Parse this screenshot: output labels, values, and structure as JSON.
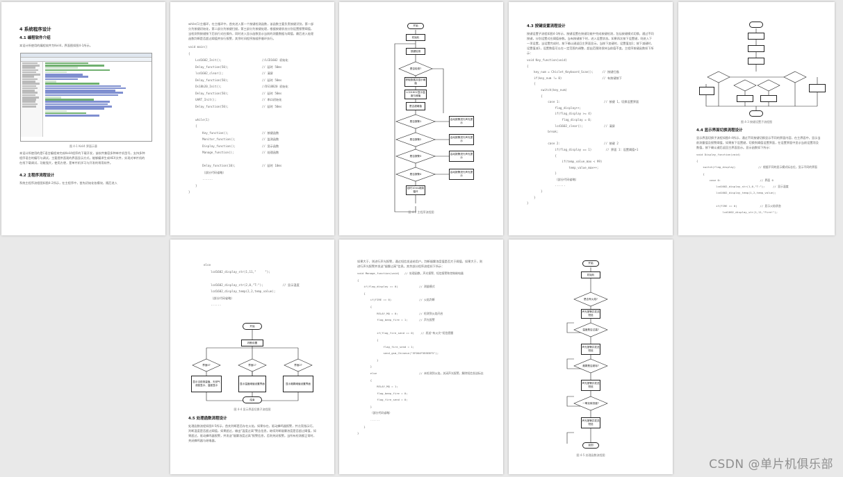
{
  "pages": {
    "p1": {
      "title": "4  系统程序设计",
      "sec41": "4.1 编程软件介绍",
      "intro": "本设计所使用的编程软件为Keil4，界面图如图4-1所示。",
      "figcap": "图 4-1  Keil4 界面示意",
      "para": "本设计所使用的是C语言编程来完成Keil4程序的下载开发，该软件兼容多种单片机型号，支持多种程序语言的编写与调试，主要提供直观的界面显示方式，能够编译生成HEX文件，实现对单片机的在线下载调试，功能强大，使用方便，是单片机学习与开发的常用软件。",
      "sec42": "4.2 主程序流程设计",
      "sec42text": "系统主程序流程图如图4-2所示，在主程序中，首先初始化各模块，随后进入"
    },
    "p2": {
      "text1": "while(1)主循环，在主循环中，首先进入第一个按键检测函数，该函数主要负责按键识别，第一部分为按键初始化，第二部分为按键扫描，第三部分为按键处理，根据按键状态分别设置报警阈值，当检测到按键按下后执行对应操作，同时进入显示函数显示当前的测量数据与阈值，最后进入处理函数判断是否超过阈值并执行报警，其余时间程序按顺序循环执行。",
      "code": [
        "void main()",
        "{",
        "    Lcd1602_Init();                       //LCD1602 初始化",
        "    Delay_function(50);                   // 延时 50ms",
        "    lcd1602_clear();                      // 清屏",
        "    Delay_function(50);                   // 延时 50ms",
        "    Ds18b20_Init();                       //DS18B20 初始化",
        "    Delay_function(50);                   // 延时 50ms",
        "    UART_Init();                          // 串口初始化",
        "    Delay_function(50);                   // 延时 50ms",
        "",
        "    while(1)",
        "    {",
        "        Key_function();                   // 按键函数",
        "        Monitor_function();               // 监测函数",
        "        Display_function();               // 显示函数",
        "        Manage_function();                // 处理函数",
        "",
        "        Delay_function(10);               // 延时 10ms",
        "        （部分代码省略）",
        "        ......",
        "    }",
        "}"
      ]
    },
    "p3": {
      "caption": "图 4-2  主程序流程图",
      "nodes": [
        "开始",
        "初始化",
        "按键检测",
        "是否检测?",
        "获取数据并显示阈值",
        "LCD1602显示温度与阈值",
        "是否超阈值",
        "是否报警1",
        "启动报警进行声光提示",
        "是否报警2",
        "启动报警进行声光提示",
        "是否报警3",
        "启动报警进行声光提示",
        "是否报警4",
        "启动报警进行声光提示",
        "延时10ms继续循环"
      ]
    },
    "p4": {
      "sec43": "4.3 按键设置流程设计",
      "text": "按键设置子流程如图4-3所示，按键设置在按键功能中完成按键检测，包括按键模式切换，通过不同按键，分别设置对应阈值参数。当有按键按下时，进入设置状态。如果再次按下设置键，则进入下一项设置。当设置完成时，按下确认键返回主界面显示。当按下加键时，设置值加1；按下减键时，设置值减1，设置数值可以在一定范围内调整，超出范围则保持当前值不变。主程序按键函数如下所示：",
      "code": [
        "void Key_function(void)",
        "{",
        "    key_num = Chiclet_Keyboard_Scan();     // 按键扫描",
        "    if(key_num != 0)                       // 有按键按下",
        "    {",
        "        switch(key_num)",
        "        {",
        "            case 1:                         // 按键 1，切换设置界面",
        "                flag_display++;",
        "                if(flag_display >= 4)",
        "                    flag_display = 0;",
        "                lcd1602_clear();            // 清屏",
        "            break;",
        "",
        "            case 2:                         // 按键 2",
        "                if(flag_display == 1)        // 界面 1：设置阈值+1",
        "                {",
        "                    if(temp_value_max < 99)",
        "                        temp_value_max++;",
        "                }",
        "                （部分代码省略）",
        "                ......",
        "        }",
        "    }",
        "}"
      ]
    },
    "p5": {
      "caption": "图 4-3  按键设置子流程图",
      "sec44": "4.4 显示界面切换流程设计",
      "text": "显示界面切换子流程如图4-4所示，通过不同按键切换显示不同的界面内容，在主界面中，显示当前测量值及报警阈值，如果按下设置键，切换到阈值设置界面，在设置界面中显示当前设置项及数值，按下确认键后返回主界面显示。显示函数如下所示：",
      "code": [
        "void Display_function(void)",
        "{",
        "    switch(flag_display)              // 根据不同的显示模式标志位，显示不同的界面",
        "    {",
        "        case 0:                        // 界面 0",
        "            lcd1602_display_str(1,0,\"T:\");     // 显示温度",
        "            lcd1602_display_temp(1,2,temp_value);",
        "",
        "            if(FIRE == 0)              // 显示火焰状态",
        "                lcd1602_display_str(1,11,\"Fire!\");"
      ]
    },
    "p6": {
      "code": [
        "else",
        "    lcd1602_display_str(1,11,\"     \");",
        "",
        "    lcd1602_display_str(2,0,\"T:\");           // 显示温度",
        "    lcd1602_display_temp(2,2,temp_value);",
        "    （部分代码省略）",
        "    ......"
      ],
      "caption": "图 4-4  显示界面切换子流程图",
      "fc": [
        "开始",
        "判断设置",
        "界面0?",
        "界面1?",
        "界面2?",
        "显示当前测量值，天然气浓度显示、温度显示",
        "显示温度阈值设置界面",
        "显示烟雾阈值设置界面",
        "结束"
      ],
      "sec45": "4.5 处理函数流程设计",
      "text": "处理函数流程如图4-5所示，首先判断是否存在火焰，如果存在，驱动蜂鸣器报警，并点亮指示灯。判断温度是否超过阈值，如果超过，输出\"温度过高\"警告信息，继续判断烟雾浓度是否超过阈值，如果超过，驱动蜂鸣器报警，并发送\"烟雾浓度过高\"报警信息，否则关闭报警。当所有检测都正常时，关闭蜂鸣器与继电器。"
    },
    "p7": {
      "text": "如果大于，则进行声光报警，通过短信发送给用户。判断烟雾浓度值是否大于阈值，如果大于，则进行声光报警并发送\"烟雾过高\"信息。其余部分程序流程如下所示：",
      "code": [
        "void Manage_function(void)   // 处理函数，声光报警、短信报警和控制继电器",
        "{",
        "    if(flag_display == 0)             // 测量模式",
        "    {",
        "        if(FIRE == 0)                 // 火焰判断",
        "        {",
        "            RELAY_MQ = 0;             // 检测到火焰开启",
        "            flag_beep_fire = 1;       // 声光报警",
        "",
        "            if(flag_fire_send == 0)    // 发送\"有火灾\"短信提醒",
        "            {",
        "                flag_fire_send = 1;",
        "                send_gsm_Chinese(\"5F004F5E8E8F5\");",
        "            }",
        "        }",
        "        else                          // 未检测到火焰，关闭声光报警，解除短信发送标志",
        "        {",
        "            RELAY_MQ = 1;",
        "            flag_beep_fire = 0;",
        "            flag_fire_send = 0;",
        "        }",
        "        （部分代码省略）",
        "        ......",
        "    }",
        "}"
      ]
    },
    "p8": {
      "caption": "图 4-5  处理函数流程图",
      "fc": [
        "开始",
        "初始化",
        "是否有火焰?",
        "声光报警并发送短信",
        "温度是否过高?",
        "声光报警并发送短信",
        "烟雾是否超标?",
        "声光报警并发送短信",
        "一氧化碳浓度?",
        "声光报警并发送短信",
        "返回"
      ]
    }
  },
  "watermark": "CSDN @单片机俱乐部"
}
